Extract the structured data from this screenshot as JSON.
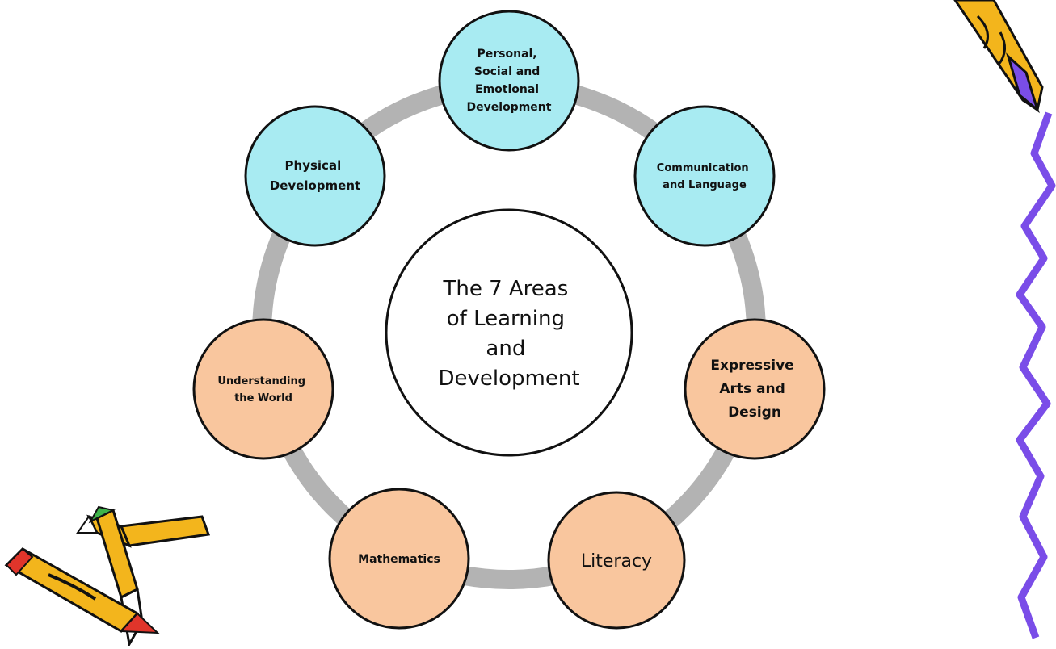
{
  "diagram": {
    "center_label": [
      "The 7 Areas",
      "of Learning",
      "and",
      "Development"
    ],
    "areas": [
      {
        "id": "personal-social-emotional",
        "lines": [
          "Personal,",
          "Social and",
          "Emotional",
          "Development"
        ],
        "group": "prime"
      },
      {
        "id": "communication-language",
        "lines": [
          "Communication",
          "and Language"
        ],
        "group": "prime"
      },
      {
        "id": "expressive-arts-design",
        "lines": [
          "Expressive",
          "Arts and",
          "Design"
        ],
        "group": "specific"
      },
      {
        "id": "literacy",
        "lines": [
          "Literacy"
        ],
        "group": "specific"
      },
      {
        "id": "mathematics",
        "lines": [
          "Mathematics"
        ],
        "group": "specific"
      },
      {
        "id": "understanding-world",
        "lines": [
          "Understanding",
          "the World"
        ],
        "group": "specific"
      },
      {
        "id": "physical-development",
        "lines": [
          "Physical",
          "Development"
        ],
        "group": "prime"
      }
    ],
    "colors": {
      "prime": "#a8ebf2",
      "specific": "#f9c69e",
      "ring": "#b3b3b3",
      "outline": "#111111",
      "center": "#ffffff"
    }
  },
  "decorations": {
    "clipart_pencils_icon": "pencils-clipart",
    "clipart_crayon_icon": "crayon-clipart",
    "squiggle_color": "#7a4de8"
  }
}
